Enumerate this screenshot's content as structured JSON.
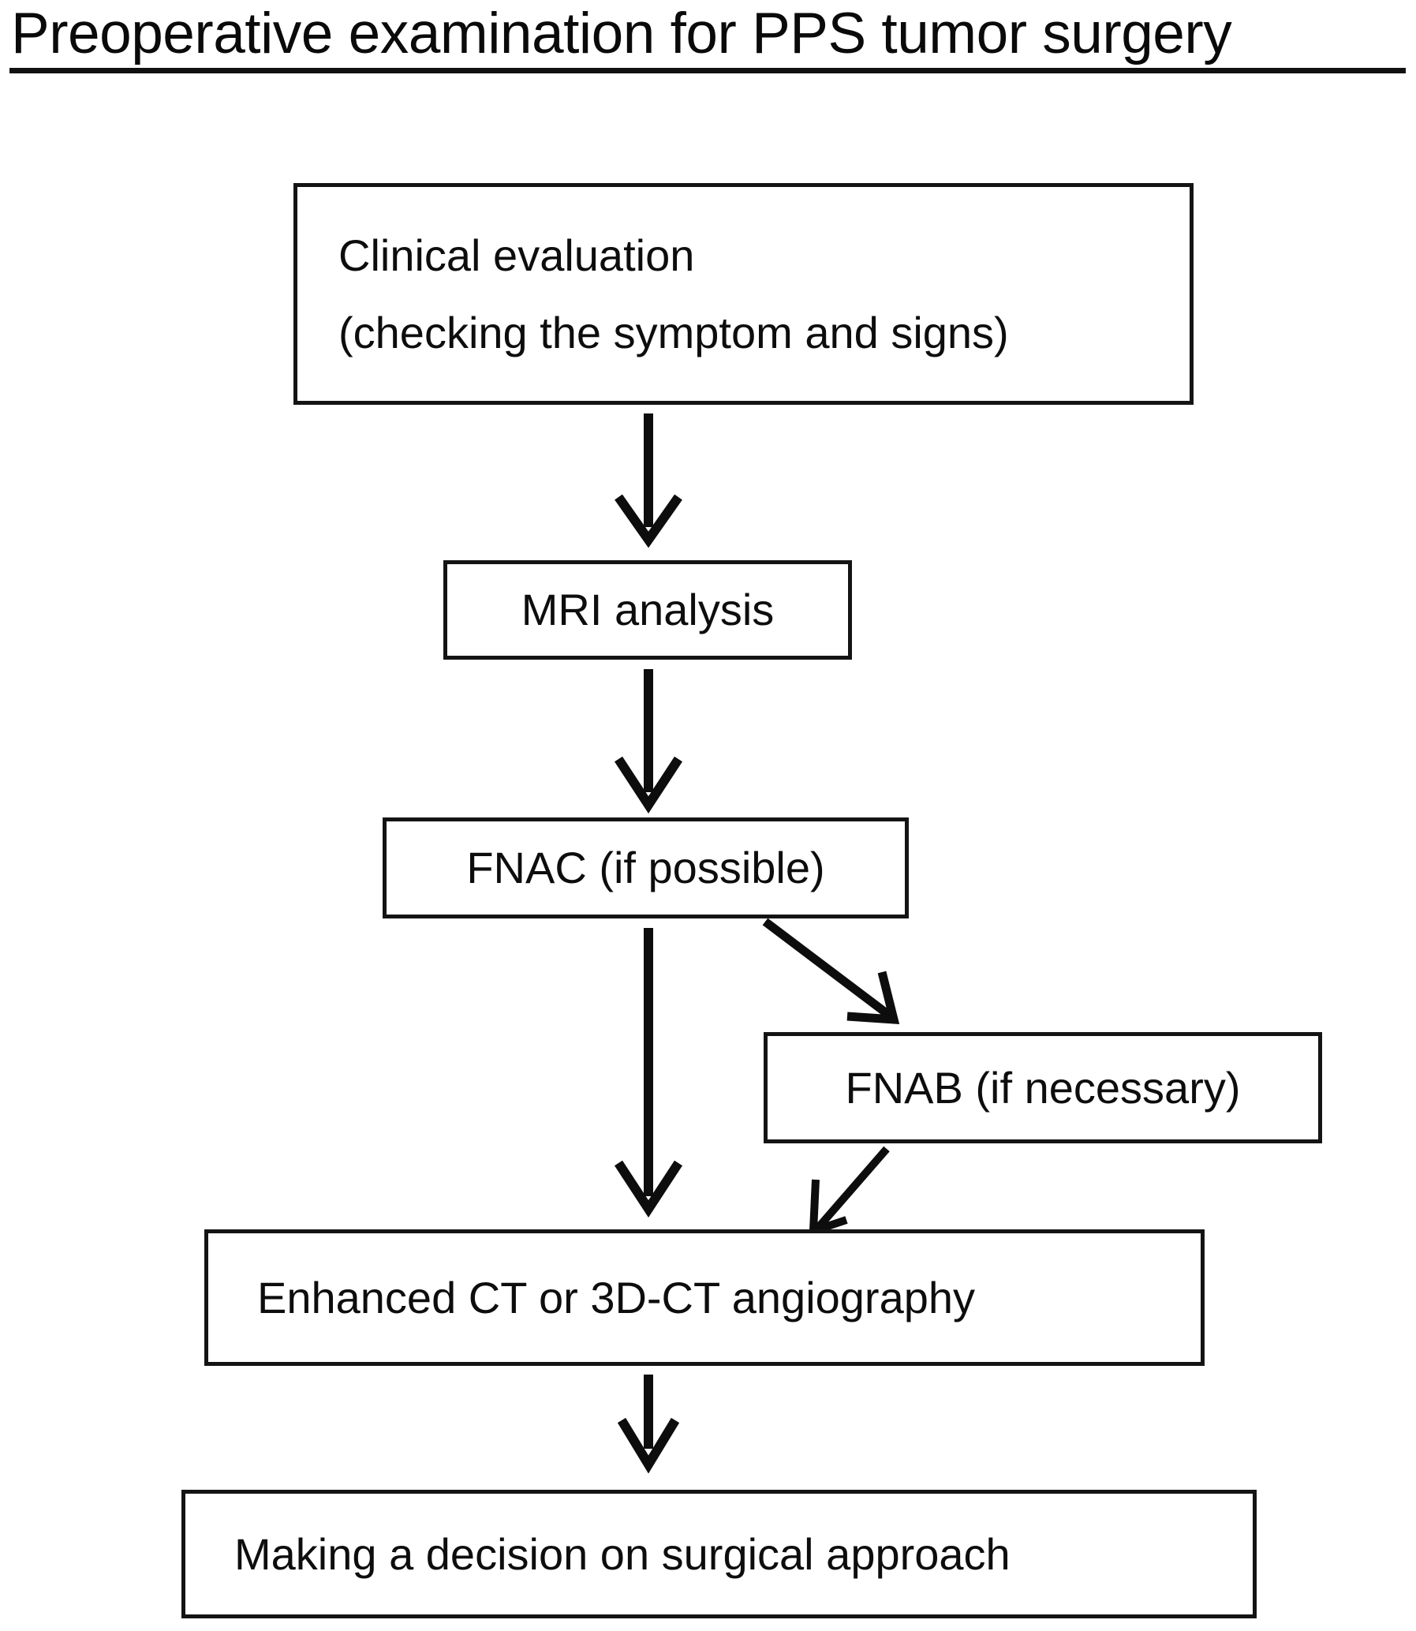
{
  "diagram": {
    "title": "Preoperative examination for PPS tumor surgery",
    "nodes": {
      "clinical_evaluation": {
        "line1": "Clinical evaluation",
        "line2": "(checking the symptom and signs)"
      },
      "mri_analysis": {
        "label": "MRI analysis"
      },
      "fnac": {
        "label": "FNAC (if possible)"
      },
      "fnab": {
        "label": "FNAB (if necessary)"
      },
      "enhanced_ct": {
        "label": "Enhanced CT or 3D-CT angiography"
      },
      "decision": {
        "label": "Making a decision on surgical approach"
      }
    },
    "edges": [
      {
        "from": "clinical_evaluation",
        "to": "mri_analysis",
        "style": "vertical-arrow"
      },
      {
        "from": "mri_analysis",
        "to": "fnac",
        "style": "vertical-arrow"
      },
      {
        "from": "fnac",
        "to": "enhanced_ct",
        "style": "vertical-arrow"
      },
      {
        "from": "fnac",
        "to": "fnab",
        "style": "diagonal-arrow-down-right"
      },
      {
        "from": "fnab",
        "to": "enhanced_ct",
        "style": "diagonal-arrow-down-left"
      },
      {
        "from": "enhanced_ct",
        "to": "decision",
        "style": "vertical-arrow"
      }
    ],
    "colors": {
      "background": "#ffffff",
      "stroke": "#0d0d0d",
      "text": "#0d0d0d"
    }
  }
}
